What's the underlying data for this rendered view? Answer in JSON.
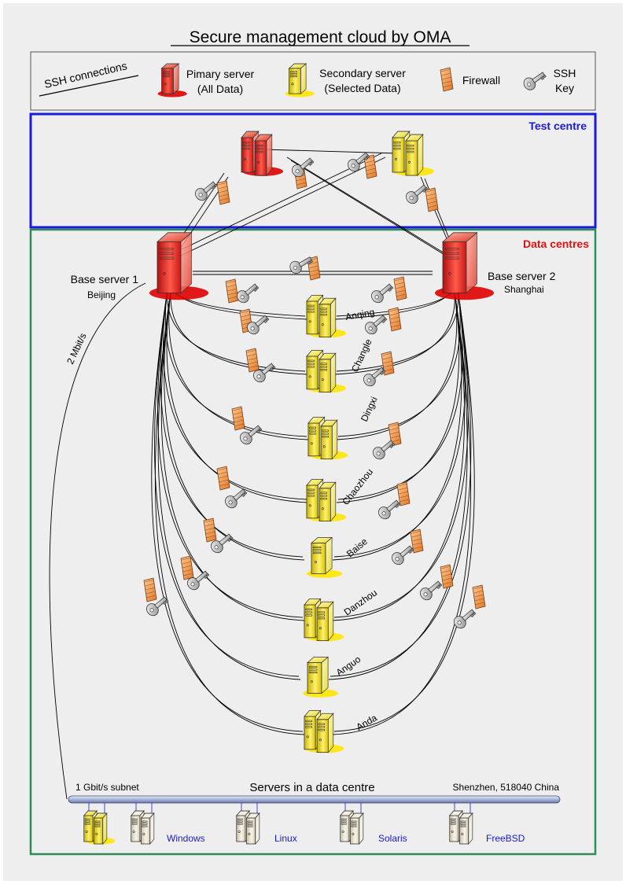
{
  "title": "Secure management cloud by OMA",
  "legend": {
    "ssh_connections": "SSH connections",
    "primary_line1": "Pimary server",
    "primary_line2": "(All Data)",
    "secondary_line1": "Secondary server",
    "secondary_line2": "(Selected Data)",
    "firewall": "Firewall",
    "ssh_line1": "SSH",
    "ssh_line2": "Key"
  },
  "test_centre": {
    "label": "Test centre"
  },
  "data_centres": {
    "label": "Data centres"
  },
  "base1": {
    "name": "Base server 1",
    "city": "Beijing"
  },
  "base2": {
    "name": "Base server 2",
    "city": "Shanghai"
  },
  "link_speed": "2 Mbit/s",
  "cities": [
    "Anqing",
    "Changle",
    "Dingxi",
    "Chaozhou",
    "Baise",
    "Danzhou",
    "Anguo",
    "Anda"
  ],
  "bottom": {
    "subnet": "1 Gbit/s subnet",
    "servers_title": "Servers in a data centre",
    "address": "Shenzhen, 518040 China",
    "os": [
      "Windows",
      "Linux",
      "Solaris",
      "FreeBSD"
    ]
  },
  "colors": {
    "primary": "#e02020",
    "secondary": "#f0e020",
    "firewall": "#f0a050",
    "test_border": "#1a1adc",
    "data_border": "#2e8b57",
    "test_label": "#1a1adc",
    "data_label": "#e01010",
    "os_label": "#1a1acc"
  }
}
